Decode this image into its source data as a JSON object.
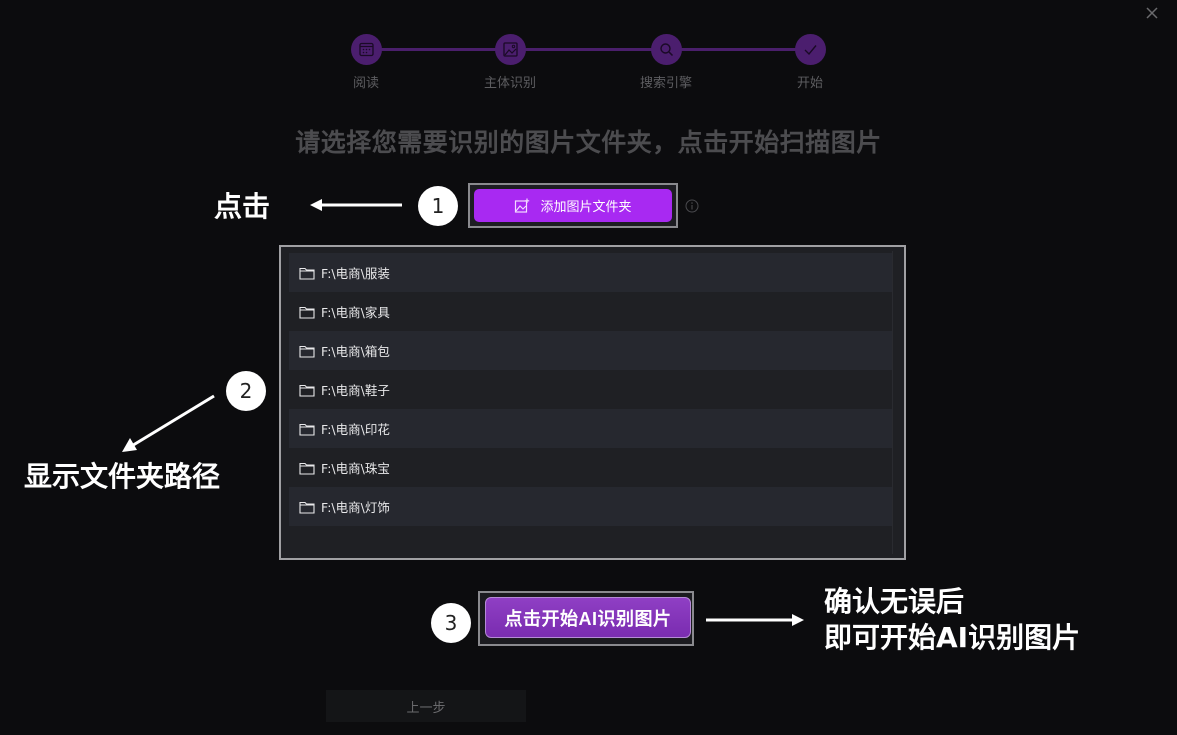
{
  "window": {
    "close_icon": "close-icon"
  },
  "stepper": {
    "steps": [
      {
        "label": "阅读",
        "icon": "calendar-icon"
      },
      {
        "label": "主体识别",
        "icon": "image-icon"
      },
      {
        "label": "搜索引擎",
        "icon": "search-icon"
      },
      {
        "label": "开始",
        "icon": "check-icon"
      }
    ],
    "color": "#4b1e6e"
  },
  "headline": "请选择您需要识别的图片文件夹，点击开始扫描图片",
  "add_folder": {
    "label": "添加图片文件夹",
    "icon": "add-image-icon",
    "color": "#a829f2"
  },
  "folders": [
    "F:\\电商\\服装",
    "F:\\电商\\家具",
    "F:\\电商\\箱包",
    "F:\\电商\\鞋子",
    "F:\\电商\\印花",
    "F:\\电商\\珠宝",
    "F:\\电商\\灯饰"
  ],
  "start_button": {
    "label": "点击开始AI识别图片",
    "color": "#7a2cb0"
  },
  "prev_button": {
    "label": "上一步"
  },
  "annotations": {
    "step1": {
      "number": "1",
      "text": "点击"
    },
    "step2": {
      "number": "2",
      "text": "显示文件夹路径"
    },
    "step3": {
      "number": "3",
      "line1": "确认无误后",
      "line2": "即可开始AI识别图片"
    }
  }
}
